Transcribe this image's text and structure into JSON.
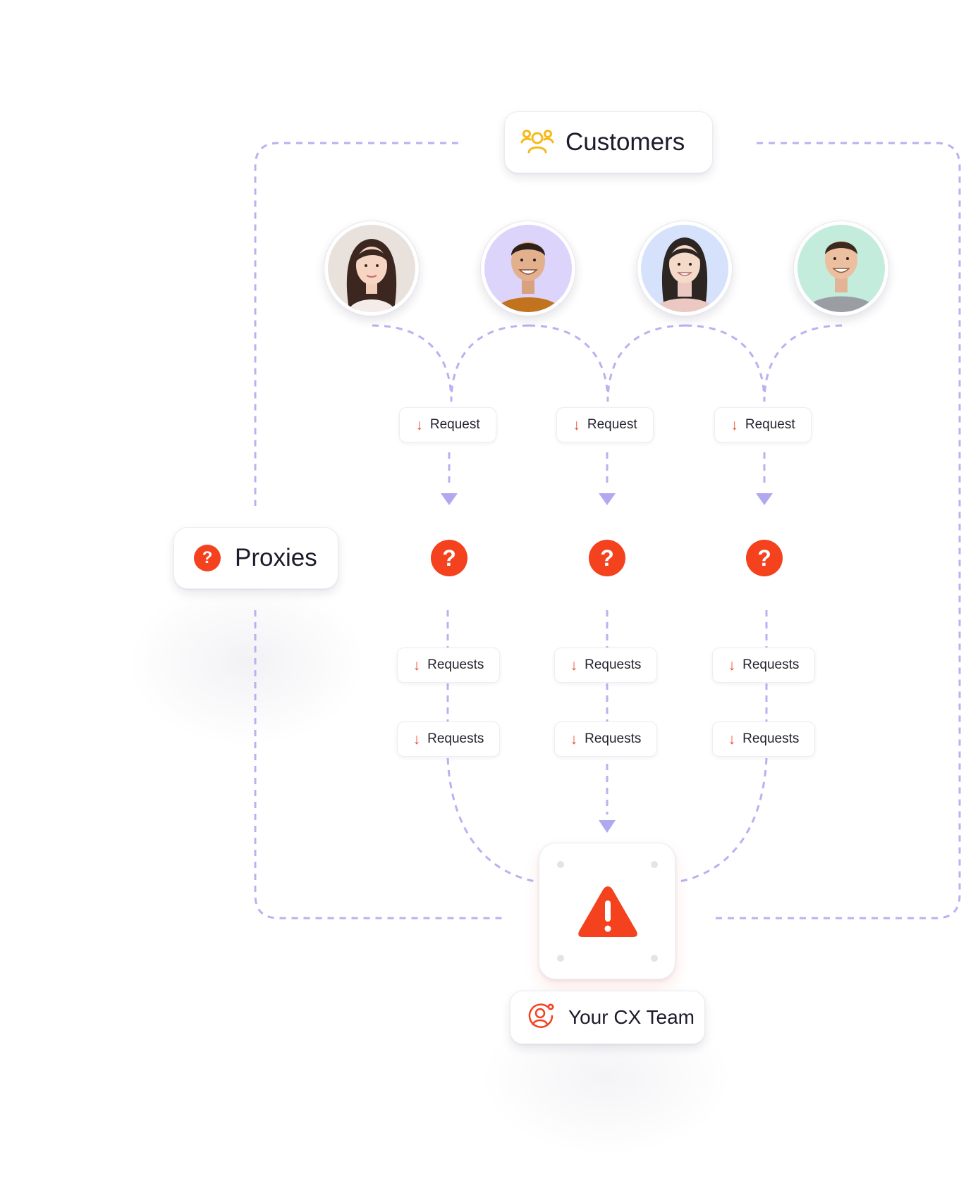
{
  "colors": {
    "connector": "#b8b2f0",
    "accent": "#f4411e",
    "icon_yellow": "#f5b91a"
  },
  "customers": {
    "label": "Customers",
    "icon": "users-group-icon"
  },
  "avatars": [
    {
      "name": "customer-avatar-1",
      "bg": "#e9e2dc"
    },
    {
      "name": "customer-avatar-2",
      "bg": "#dcd4fb"
    },
    {
      "name": "customer-avatar-3",
      "bg": "#d6e2fb"
    },
    {
      "name": "customer-avatar-4",
      "bg": "#c3ecdc"
    }
  ],
  "request_pills": [
    {
      "label": "Request"
    },
    {
      "label": "Request"
    },
    {
      "label": "Request"
    }
  ],
  "proxies": {
    "label": "Proxies",
    "icon": "question-icon",
    "badge": "?"
  },
  "requests_row_1": [
    {
      "label": "Requests"
    },
    {
      "label": "Requests"
    },
    {
      "label": "Requests"
    }
  ],
  "requests_row_2": [
    {
      "label": "Requests"
    },
    {
      "label": "Requests"
    },
    {
      "label": "Requests"
    }
  ],
  "arrow_glyph": "↓",
  "alert": {
    "icon": "warning-triangle-icon",
    "glyph": "!"
  },
  "cx_team": {
    "label": "Your CX Team",
    "icon": "user-settings-icon"
  }
}
